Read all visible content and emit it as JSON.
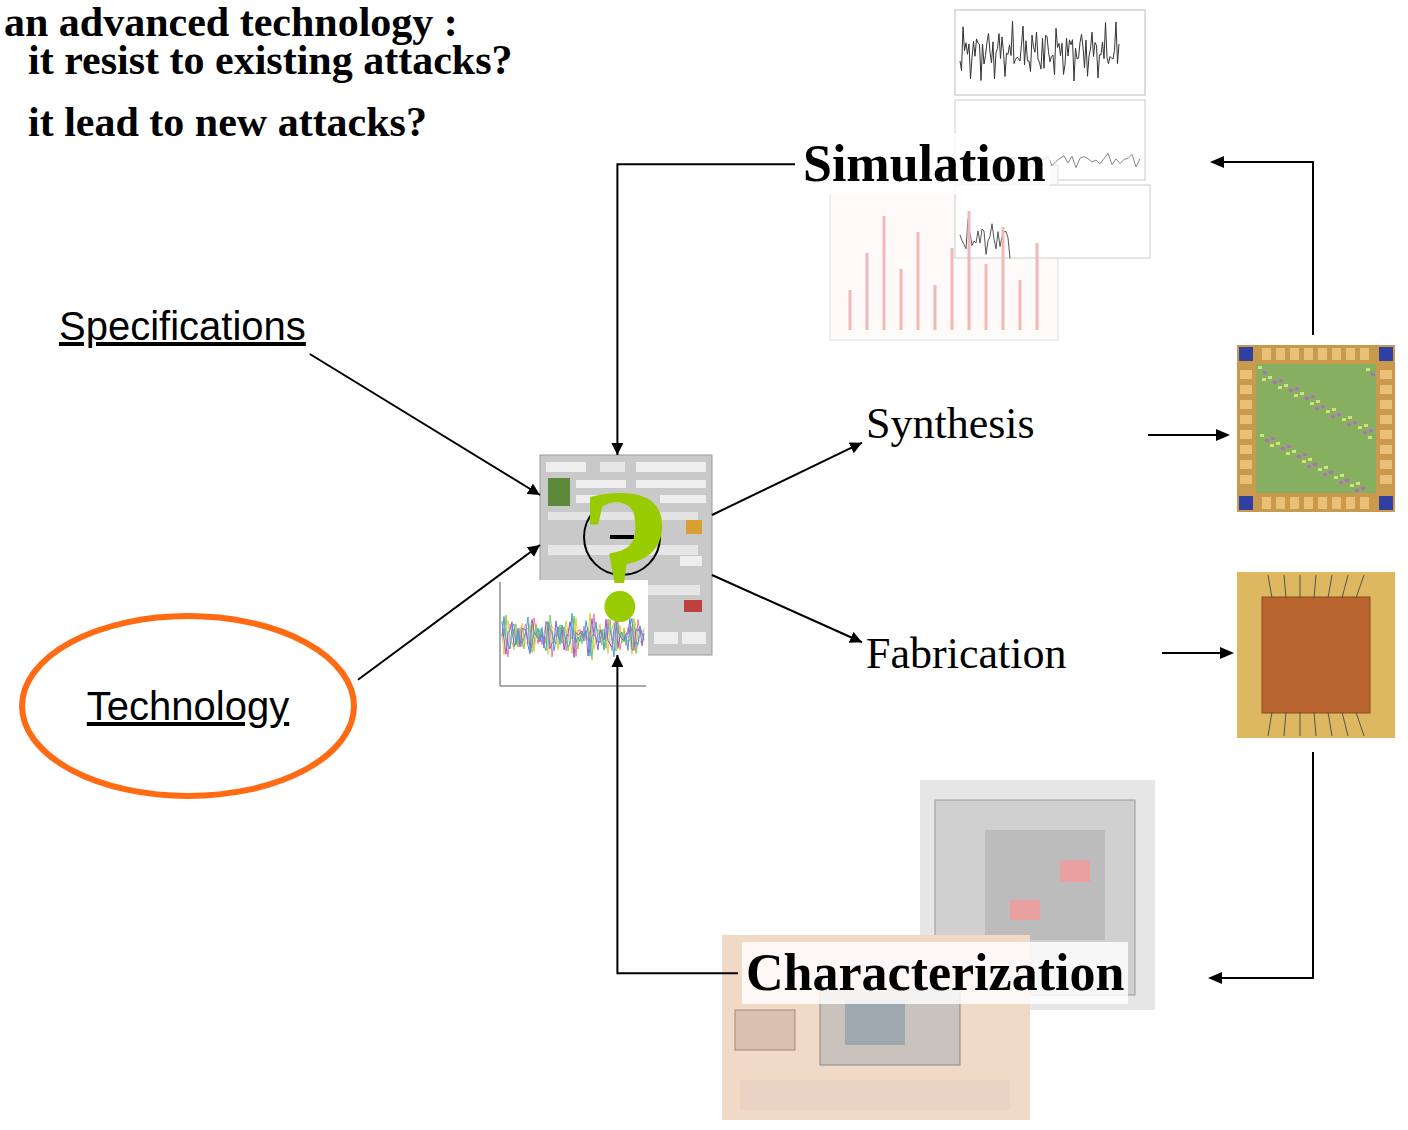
{
  "diagram": {
    "nodes": [
      {
        "text": [
          "Simulation"
        ]
      },
      {
        "text": [
          "Specifications"
        ]
      },
      {
        "text": [
          "?"
        ]
      },
      {
        "text": [
          "Synthesis"
        ]
      },
      {
        "text": [
          "Technology"
        ]
      },
      {
        "text": [
          "Fabrication"
        ]
      },
      {
        "text": [
          "Characterization"
        ]
      }
    ],
    "edges": [
      {
        "from": 1,
        "to": 2,
        "arrow": "to"
      },
      {
        "from": 4,
        "to": 2,
        "arrow": "to"
      },
      {
        "from": 0,
        "to": 2,
        "arrow": "to"
      },
      {
        "from": 6,
        "to": 2,
        "arrow": "to"
      },
      {
        "from": 2,
        "to": 3,
        "arrow": "to"
      },
      {
        "from": 2,
        "to": 5,
        "arrow": "to"
      }
    ],
    "labels": [
      "an advanced technology :",
      "it resist to existing attacks?",
      "it lead to new attacks?"
    ]
  }
}
